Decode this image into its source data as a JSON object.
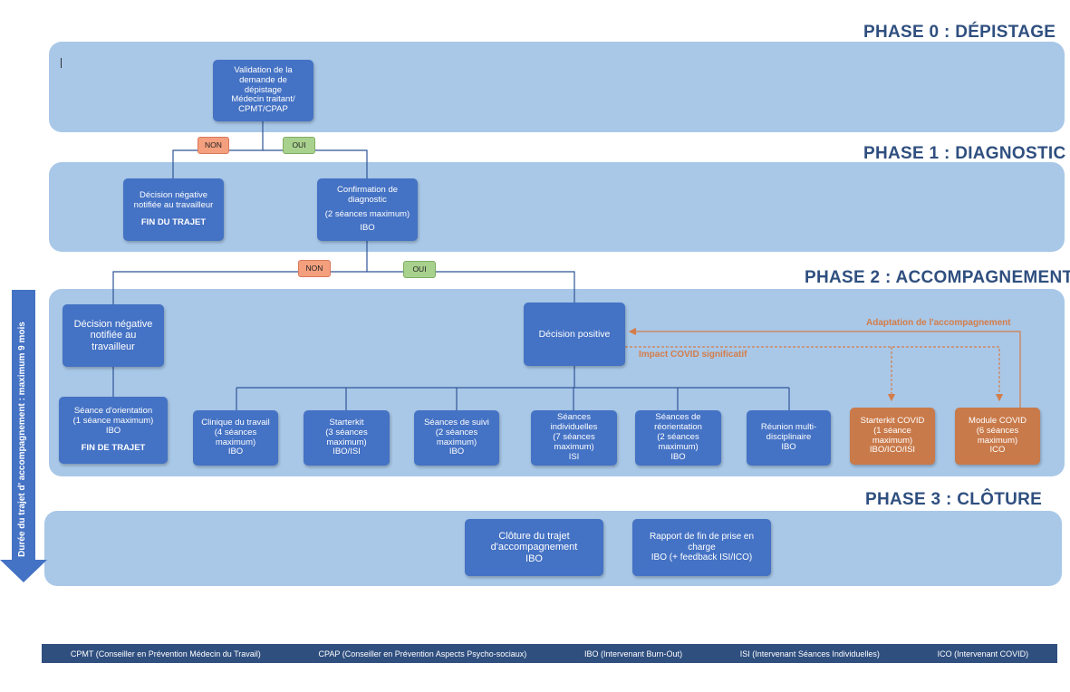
{
  "phases": {
    "p0": "PHASE 0 : DÉPISTAGE",
    "p1": "PHASE 1 : DIAGNOSTIC",
    "p2": "PHASE 2 : ACCOMPAGNEMENT",
    "p3": "PHASE 3 : CLÔTURE"
  },
  "nodes": {
    "validation": [
      "Validation de la",
      "demande de",
      "dépistage",
      "Médecin traitant/",
      "CPMT/CPAP"
    ],
    "neg1": [
      "Décision négative",
      "notifiée au travailleur"
    ],
    "neg1_end": "FIN DU TRAJET",
    "confirm": [
      "Confirmation de",
      "diagnostic"
    ],
    "confirm_detail": [
      "(2 séances maximum)",
      "IBO"
    ],
    "neg2": [
      "Décision négative",
      "notifiée au",
      "travailleur"
    ],
    "positive": "Décision positive",
    "orientation": [
      "Séance d'orientation",
      "(1 séance maximum)",
      "IBO"
    ],
    "orientation_end": "FIN DE TRAJET",
    "clinique": [
      "Clinique du travail",
      "(4 séances",
      "maximum)",
      "IBO"
    ],
    "starterkit": [
      "Starterkit",
      "(3 séances",
      "maximum)",
      "IBO/ISI"
    ],
    "suivi": [
      "Séances de suivi",
      "(2 séances",
      "maximum)",
      "IBO"
    ],
    "individuelles": [
      "Séances",
      "individuelles",
      "(7 séances",
      "maximum)",
      "ISI"
    ],
    "reorientation": [
      "Séances de",
      "réorientation",
      "(2 séances",
      "maximum)",
      "IBO"
    ],
    "reunion": [
      "Réunion multi-",
      "disciplinaire",
      "IBO"
    ],
    "starterkit_covid": [
      "Starterkit COVID",
      "(1 séance",
      "maximum)",
      "IBO/ICO/ISI"
    ],
    "module_covid": [
      "Module COVID",
      "(6 séances",
      "maximum)",
      "ICO"
    ],
    "cloture": [
      "Clôture du trajet",
      "d'accompagnement",
      "IBO"
    ],
    "rapport": [
      "Rapport de fin de prise en",
      "charge",
      "IBO (+ feedback ISI/ICO)"
    ]
  },
  "tags": {
    "non": "NON",
    "oui": "OUI"
  },
  "annotations": {
    "adaptation": "Adaptation de l'accompagnement",
    "impact": "Impact COVID significatif"
  },
  "duration_arrow": "Durée du trajet d'  accompagnement : maximum 9 mois",
  "legend": [
    "CPMT (Conseiller en Prévention Médecin du Travail)",
    "CPAP (Conseiller en Prévention Aspects Psycho-sociaux)",
    "IBO (Intervenant Burn-Out)",
    "ISI (Intervenant Séances Individuelles)",
    "ICO (Intervenant COVID)"
  ],
  "colors": {
    "band": "#a9c8e8",
    "node": "#4472c4",
    "covid_node": "#c97a4a",
    "title": "#2f4f7f",
    "non_tag": "#f4a07f",
    "oui_tag": "#a9d18e",
    "annotation": "#d37d4a"
  }
}
